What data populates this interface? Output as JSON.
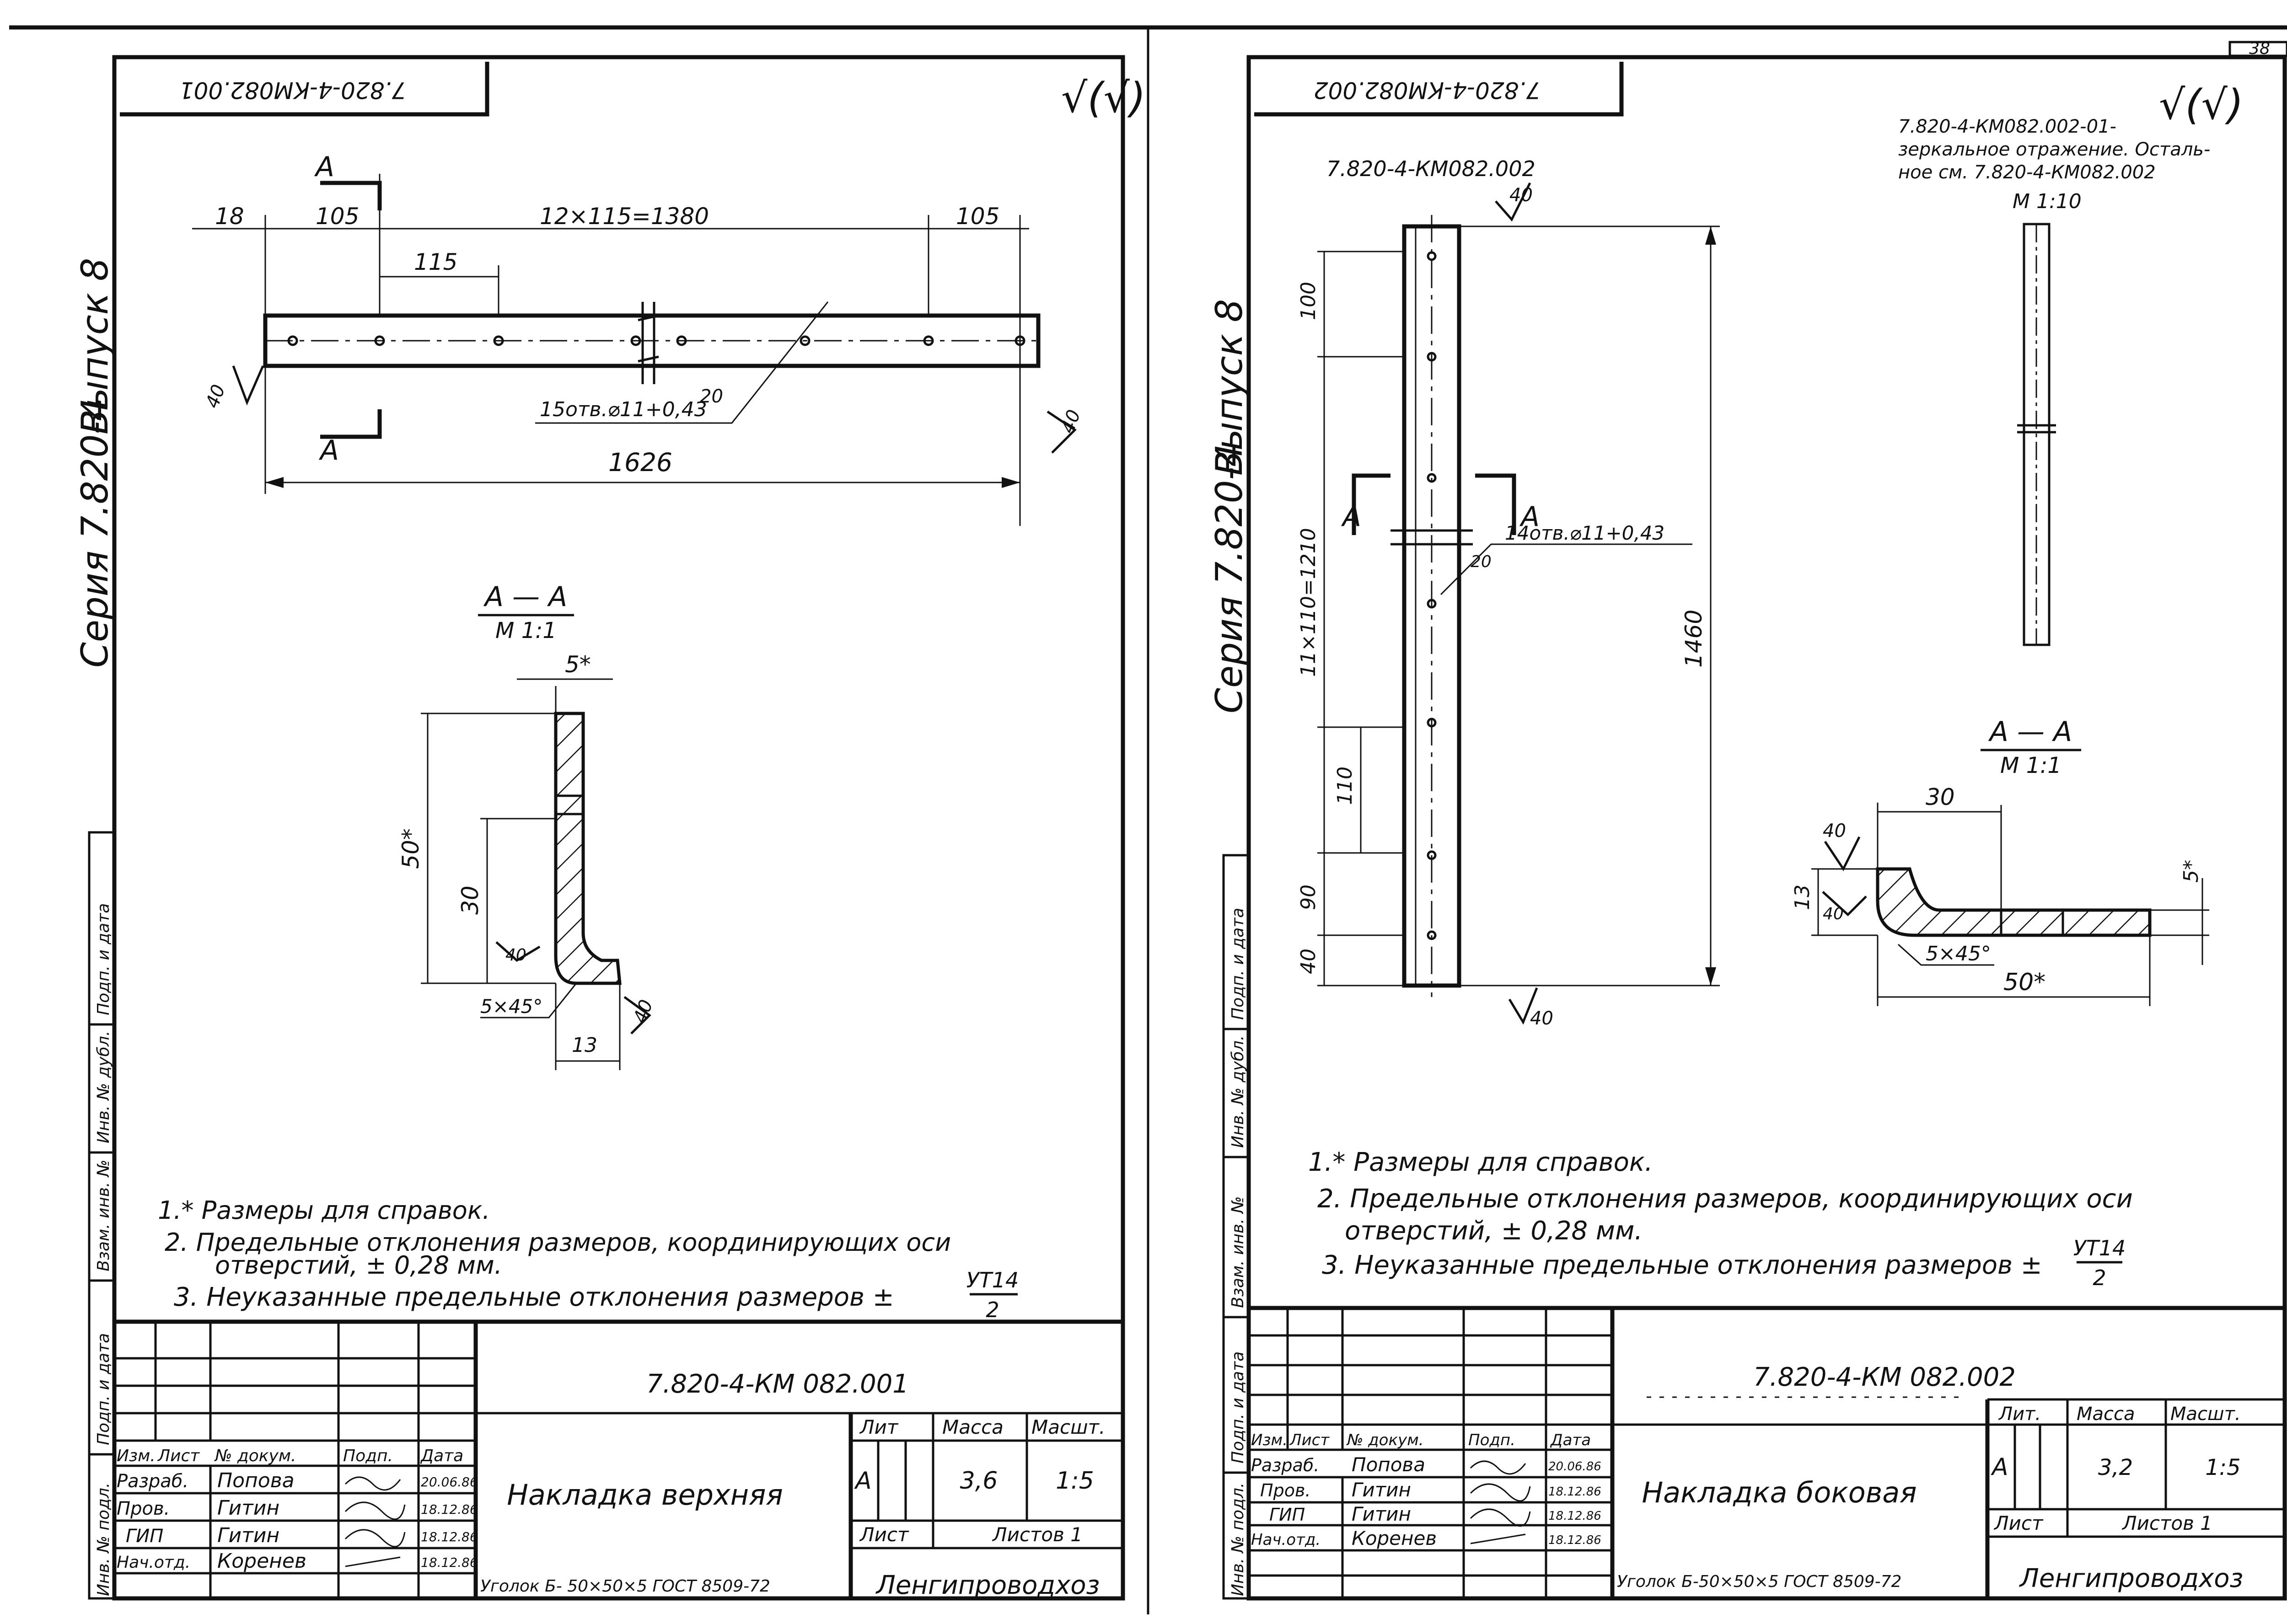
{
  "page_number": "38",
  "vertical_margin": {
    "series": "Серия 7.820-4",
    "issue_left": "Выпуск 8",
    "issue_right": "Выпуск 8",
    "stamp_fields": [
      "Подп. и дата",
      "Инв. № дубл.",
      "Взам. инв. №",
      "Подп. и дата",
      "Инв. № подл."
    ]
  },
  "sheet1": {
    "code_top": "7.820-4-КМ082.001",
    "roughness": "√(√)",
    "top_view": {
      "section_mark": "А",
      "dims": {
        "d18": "18",
        "d105_left": "105",
        "pitch_total": "12×115=1380",
        "d105_right": "105",
        "d115": "115",
        "length": "1626"
      },
      "holes_note": "15отв.⌀11+0,43",
      "hole_angle": "20",
      "rough_left": "40",
      "rough_right": "40"
    },
    "section": {
      "title": "А — А",
      "scale": "М 1:1",
      "d5": "5*",
      "d50": "50*",
      "d30": "30",
      "d13": "13",
      "chamfer": "5×45°",
      "rough_inner": "40",
      "rough_outer": "40"
    },
    "notes": [
      "1.* Размеры для справок.",
      "2. Предельные отклонения размеров, координирующих оси",
      "отверстий, ± 0,28 мм.",
      "3. Неуказанные предельные отклонения размеров ±"
    ],
    "tolerance_num": "УТ14",
    "tolerance_den": "2",
    "title_block": {
      "doc_code": "7.820-4-КМ 082.001",
      "name": "Накладка верхняя",
      "headers": [
        "Изм.",
        "Лист",
        "№ докум.",
        "Подп.",
        "Дата"
      ],
      "rows": [
        {
          "role": "Разраб.",
          "person": "Попова",
          "date": "20.06.86"
        },
        {
          "role": "Пров.",
          "person": "Гитин",
          "date": "18.12.86"
        },
        {
          "role": "ГИП",
          "person": "Гитин",
          "date": "18.12.86"
        },
        {
          "role": "Нач.отд.",
          "person": "Коренев",
          "date": "18.12.86"
        }
      ],
      "lit_label": "Лит",
      "mass_label": "Масса",
      "scale_label": "Масшт.",
      "lit": "А",
      "mass": "3,6",
      "scale": "1:5",
      "sheet_label": "Лист",
      "sheets_label": "Листов 1",
      "material": "Уголок  Б- 50×50×5 ГОСТ 8509-72",
      "org": "Ленгипроводхоз"
    }
  },
  "sheet2": {
    "code_top": "7.820-4-КМ082.002",
    "roughness": "√(√)",
    "variant_note_1": "7.820-4-КМ082.002-01-",
    "variant_note_2": "зеркальное отражение. Осталь-",
    "variant_note_3": "ное см. 7.820-4-КМ082.002",
    "variant_scale": "М 1:10",
    "side_view": {
      "code": "7.820-4-КМ082.002",
      "rough_top": "40",
      "rough_bottom": "40",
      "section_mark": "А",
      "dims": {
        "d100": "100",
        "pitch_total": "11×110=1210",
        "d110": "110",
        "d90": "90",
        "d40": "40",
        "length": "1460"
      },
      "holes_note": "14отв.⌀11+0,43",
      "hole_angle": "20"
    },
    "section": {
      "title": "А — А",
      "scale": "М 1:1",
      "d30": "30",
      "d13": "13",
      "d5": "5*",
      "d50": "50*",
      "chamfer": "5×45°",
      "rough_outer": "40",
      "rough_inner": "40"
    },
    "notes": [
      "1.* Размеры для справок.",
      "2. Предельные отклонения размеров, координирующих оси",
      "отверстий, ± 0,28 мм.",
      "3. Неуказанные предельные отклонения размеров ±"
    ],
    "tolerance_num": "УТ14",
    "tolerance_den": "2",
    "title_block": {
      "doc_code": "7.820-4-КМ 082.002",
      "name": "Накладка боковая",
      "headers": [
        "Изм.",
        "Лист",
        "№ докум.",
        "Подп.",
        "Дата"
      ],
      "rows": [
        {
          "role": "Разраб.",
          "person": "Попова",
          "date": "20.06.86"
        },
        {
          "role": "Пров.",
          "person": "Гитин",
          "date": "18.12.86"
        },
        {
          "role": "ГИП",
          "person": "Гитин",
          "date": "18.12.86"
        },
        {
          "role": "Нач.отд.",
          "person": "Коренев",
          "date": "18.12.86"
        }
      ],
      "lit_label": "Лит.",
      "mass_label": "Масса",
      "scale_label": "Масшт.",
      "lit": "А",
      "mass": "3,2",
      "scale": "1:5",
      "sheet_label": "Лист",
      "sheets_label": "Листов 1",
      "material": "Уголок  Б-50×50×5 ГОСТ 8509-72",
      "org": "Ленгипроводхоз"
    }
  }
}
